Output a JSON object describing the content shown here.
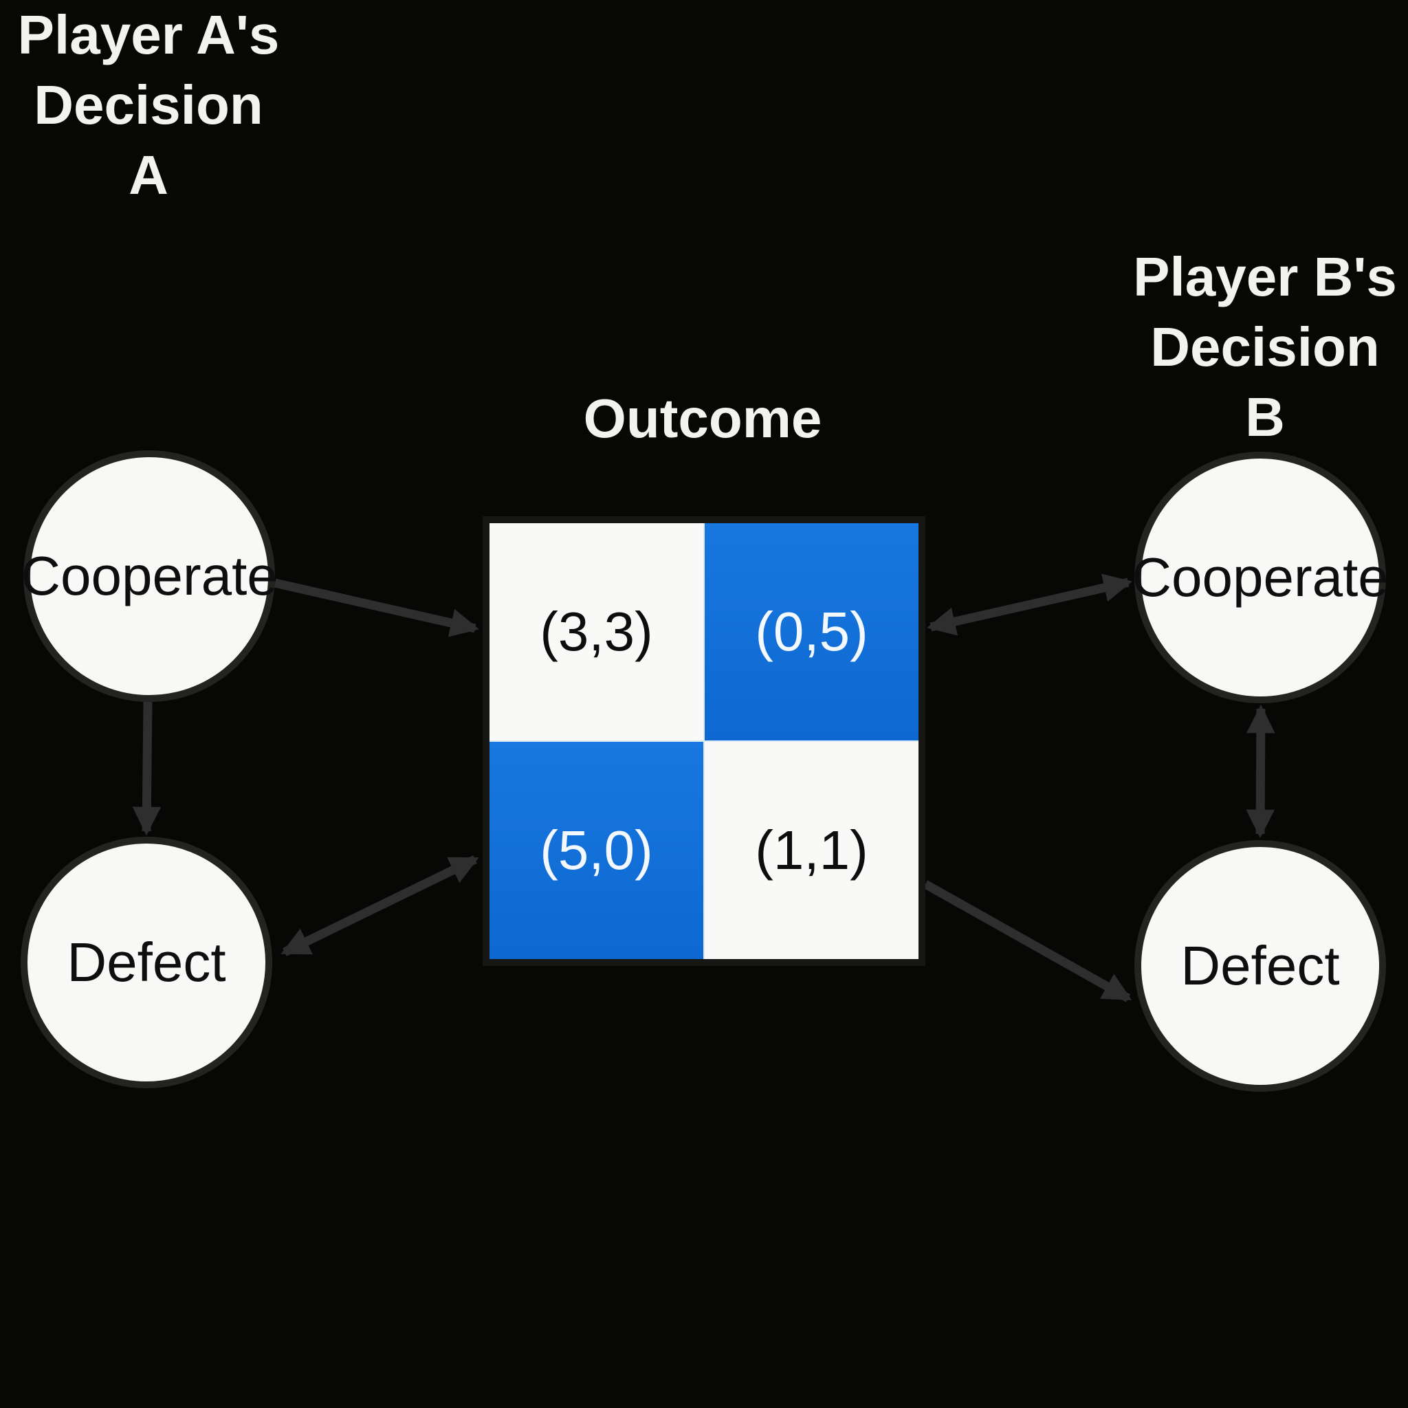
{
  "headings": {
    "player_a": {
      "line1": "Player A's",
      "line2": "Decision",
      "line3": "A"
    },
    "outcome": "Outcome",
    "player_b": {
      "line1": "Player B's",
      "line2": "Decision",
      "line3": "B"
    }
  },
  "nodes": {
    "a_cooperate": "Cooperate",
    "a_defect": "Defect",
    "b_cooperate": "Cooperate",
    "b_defect": "Defect"
  },
  "matrix": {
    "rows": [
      "Cooperate",
      "Defect"
    ],
    "cols": [
      "Cooperate",
      "Defect"
    ],
    "cells": [
      {
        "id": "cooperate-cooperate",
        "value": "(3,3)",
        "payoff_a": 3,
        "payoff_b": 3,
        "bg": "white"
      },
      {
        "id": "cooperate-defect",
        "value": "(0,5)",
        "payoff_a": 0,
        "payoff_b": 5,
        "bg": "blue"
      },
      {
        "id": "defect-cooperate",
        "value": "(5,0)",
        "payoff_a": 5,
        "payoff_b": 0,
        "bg": "blue"
      },
      {
        "id": "defect-defect",
        "value": "(1,1)",
        "payoff_a": 1,
        "payoff_b": 1,
        "bg": "white"
      }
    ]
  },
  "colors": {
    "background": "#070705",
    "blue_cell": "#1172d8",
    "white_cell": "#f9f9f7",
    "arrow": "#2e2e2e",
    "node_fill": "#f8f8f6",
    "node_border": "#232321",
    "heading_text": "#f2f2f0"
  }
}
